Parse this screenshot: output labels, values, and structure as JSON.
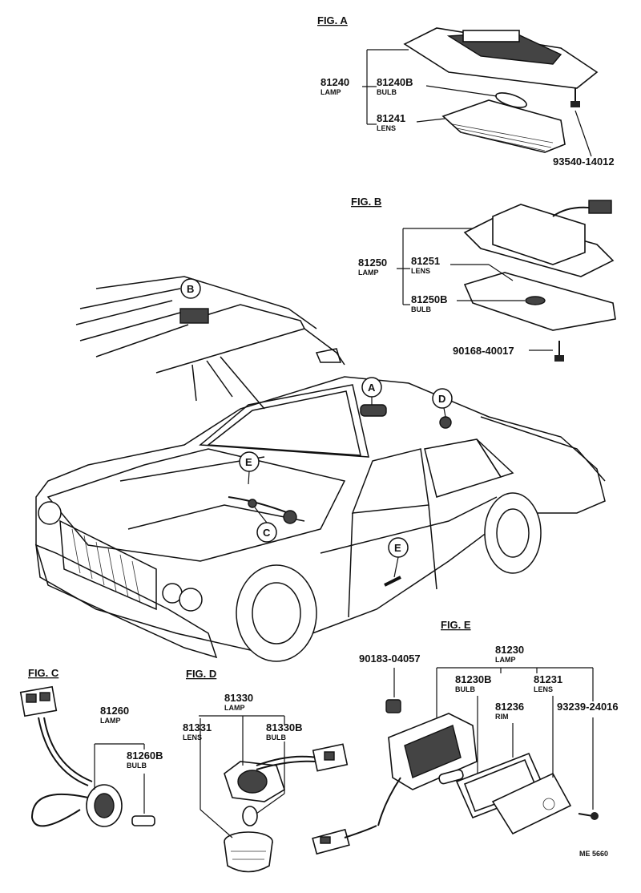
{
  "figures": {
    "a": {
      "title": "FIG. A",
      "lamp_no": "81240",
      "lamp_label": "LAMP",
      "bulb_no": "81240B",
      "bulb_label": "BULB",
      "lens_no": "81241",
      "lens_label": "LENS",
      "screw_no": "93540-14012"
    },
    "b": {
      "title": "FIG. B",
      "lamp_no": "81250",
      "lamp_label": "LAMP",
      "lens_no": "81251",
      "lens_label": "LENS",
      "bulb_no": "81250B",
      "bulb_label": "BULB",
      "screw_no": "90168-40017"
    },
    "c": {
      "title": "FIG. C",
      "lamp_no": "81260",
      "lamp_label": "LAMP",
      "bulb_no": "81260B",
      "bulb_label": "BULB"
    },
    "d": {
      "title": "FIG. D",
      "lamp_no": "81330",
      "lamp_label": "LAMP",
      "lens_no": "81331",
      "lens_label": "LENS",
      "bulb_no": "81330B",
      "bulb_label": "BULB"
    },
    "e": {
      "title": "FIG. E",
      "clip_no": "90183-04057",
      "lamp_no": "81230",
      "lamp_label": "LAMP",
      "bulb_no": "81230B",
      "bulb_label": "BULB",
      "lens_no": "81231",
      "lens_label": "LENS",
      "rim_no": "81236",
      "rim_label": "RIM",
      "screw_no": "93239-24016"
    }
  },
  "callouts": {
    "a": "A",
    "b": "B",
    "c": "C",
    "d": "D",
    "e1": "E",
    "e2": "E"
  },
  "drawing_code": "ME 5660"
}
